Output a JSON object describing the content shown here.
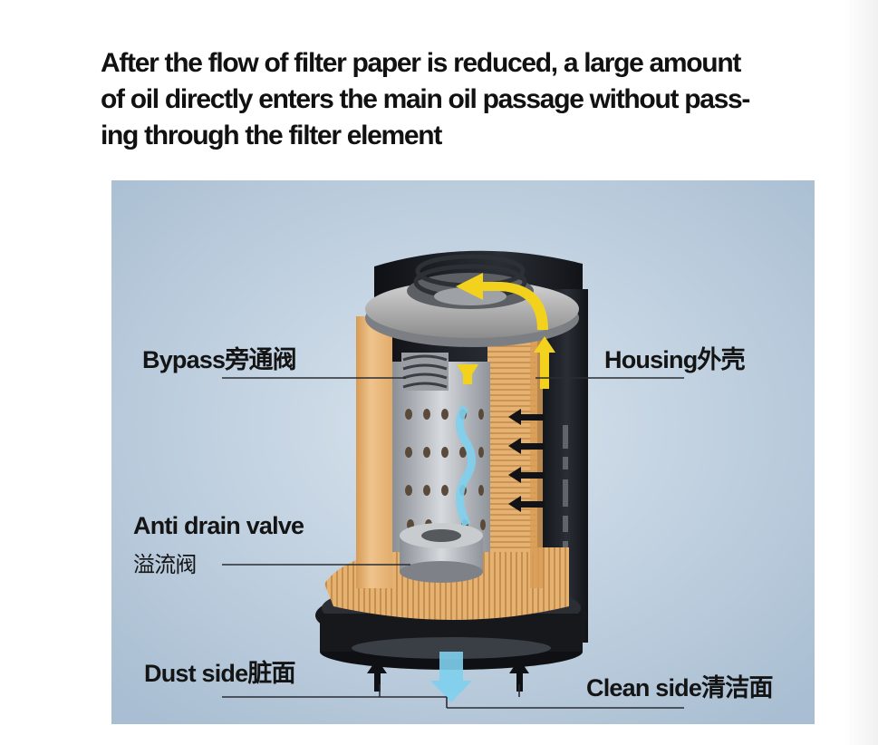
{
  "heading": {
    "line1": "After the flow of filter paper is reduced, a large amount",
    "line2": "of oil directly enters the main oil passage without pass-",
    "line3": "ing through the filter element"
  },
  "figure": {
    "labels": {
      "bypass": "Bypass旁通阀",
      "housing": "Housing外壳",
      "anti_drain_en": "Anti drain valve",
      "anti_drain_cn": "溢流阀",
      "dust_side": "Dust side脏面",
      "clean_side": "Clean side清洁面"
    },
    "colors": {
      "background": "#b9cbdc",
      "filter_paper": "#e8b67a",
      "housing": "#1c1f25",
      "steel": "#b5b5b5",
      "flow_arrow": "#f2d21c",
      "clean_arrow": "#7fd0ee"
    }
  }
}
